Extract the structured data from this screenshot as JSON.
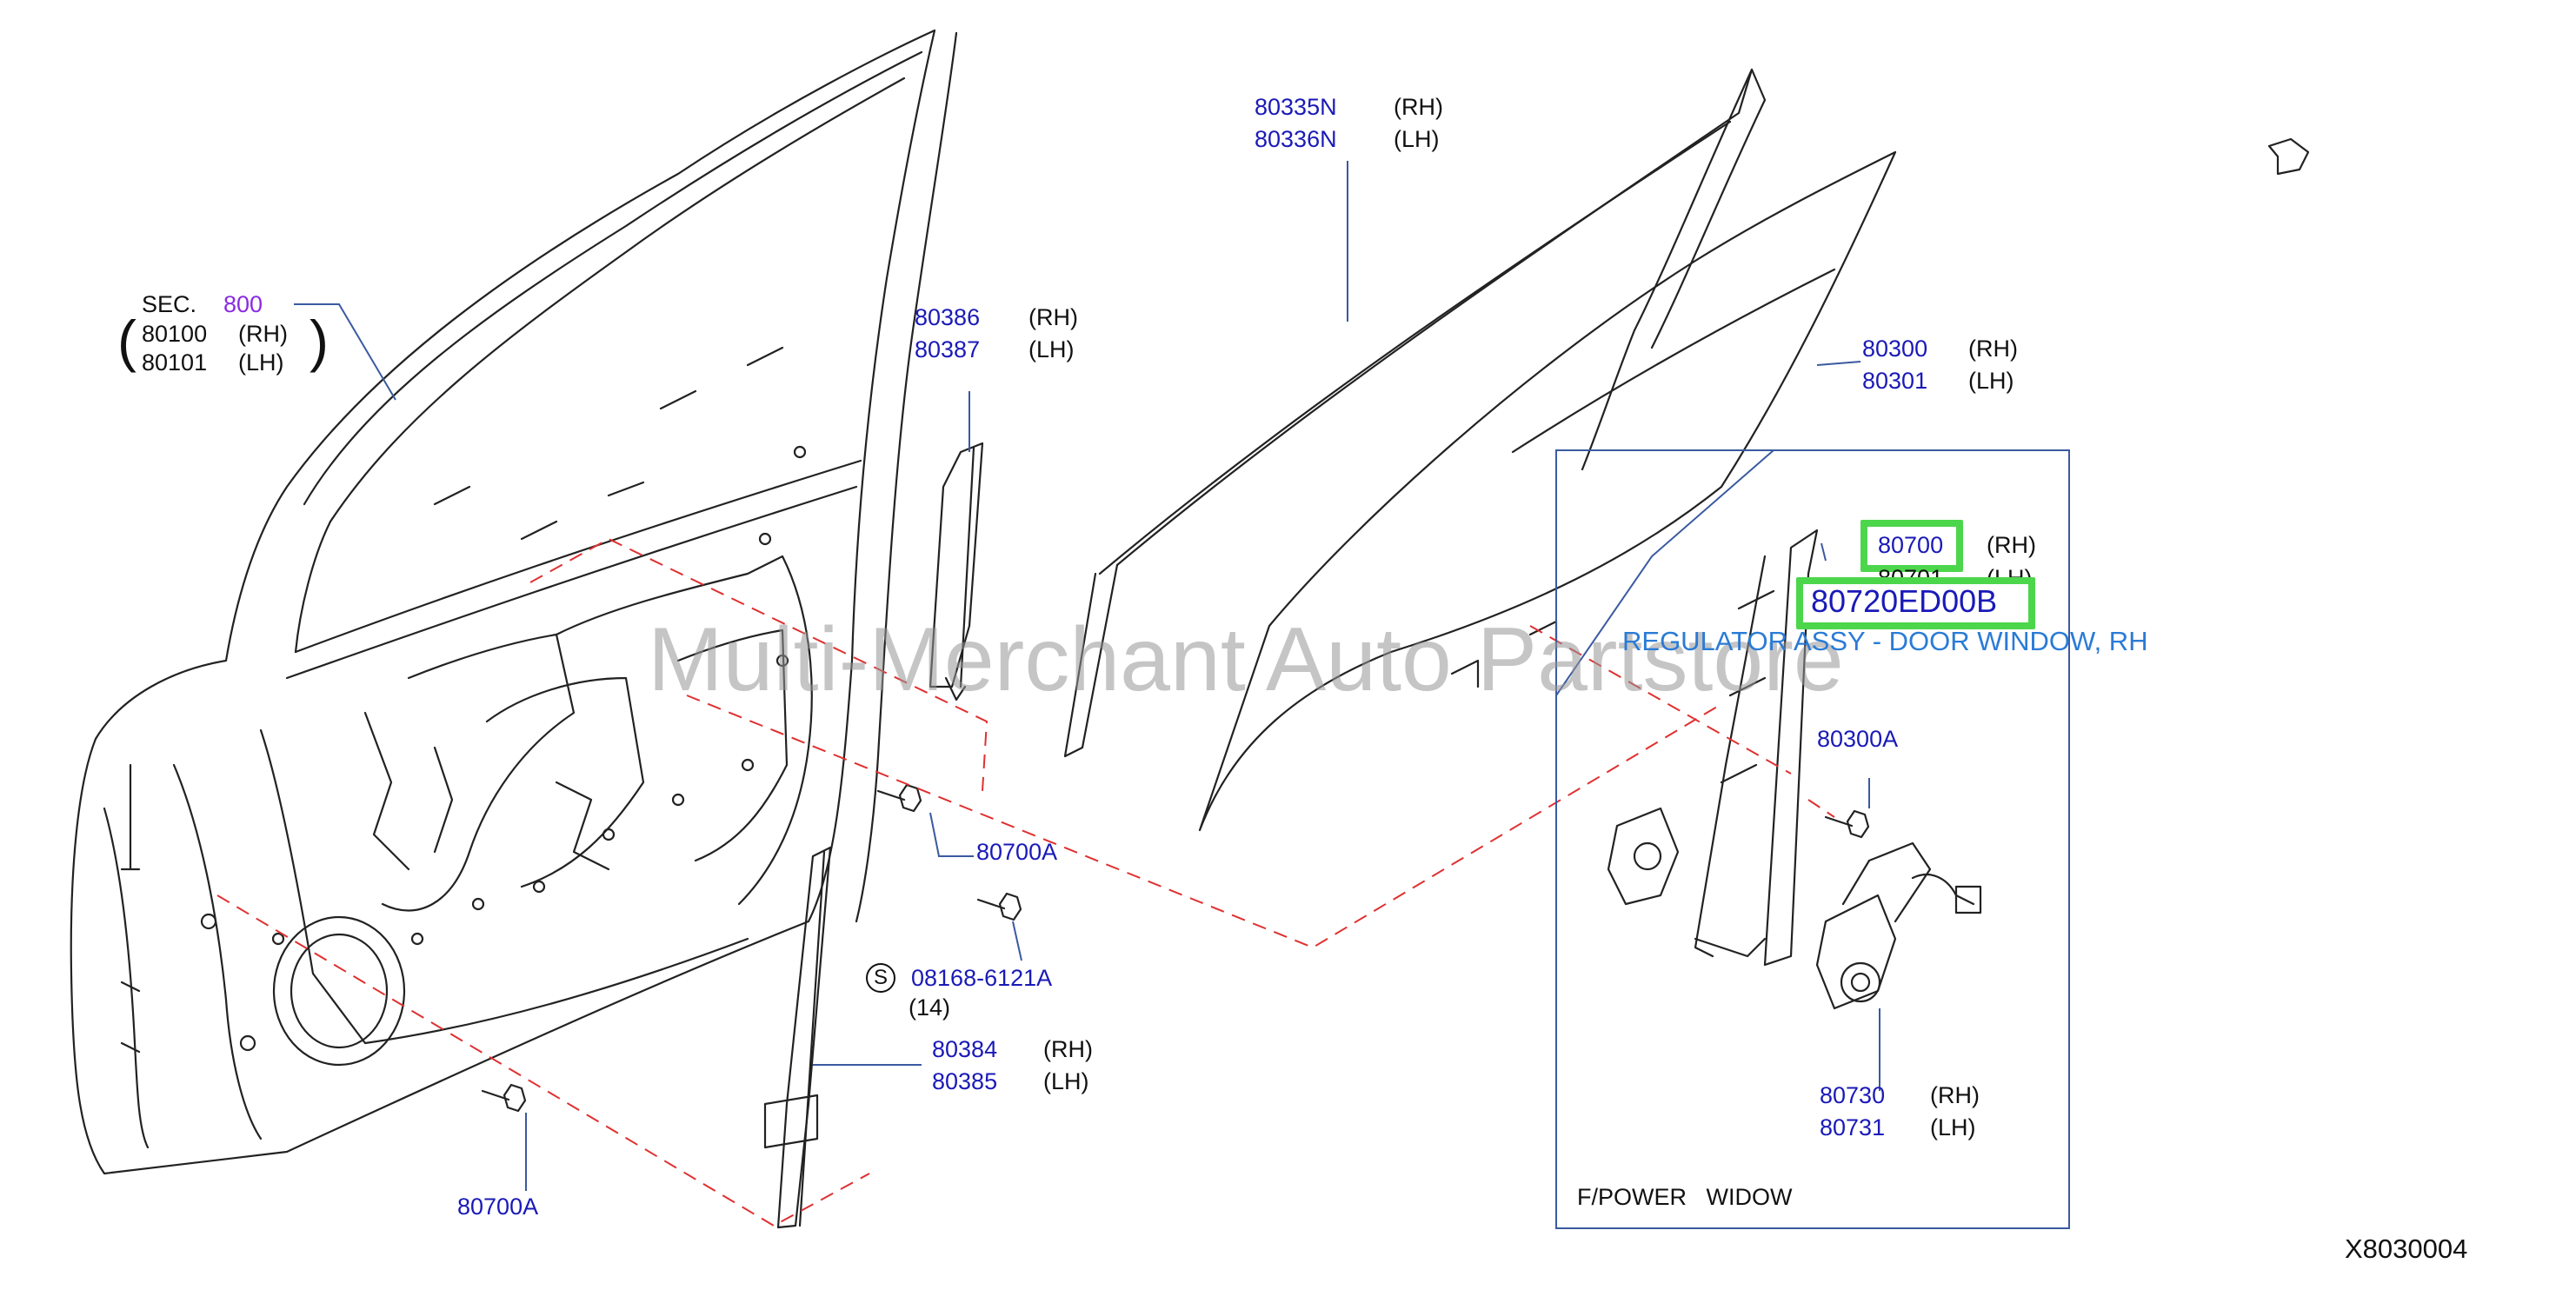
{
  "diagram_id": "X8030004",
  "watermark": "Multi-Merchant Auto Partstore",
  "frame_caption": "F/POWER   WIDOW",
  "sec": {
    "prefix": "SEC.",
    "number": "800"
  },
  "parts": {
    "p80100": "80100",
    "p80101": "80101",
    "p80335N": "80335N",
    "p80336N": "80336N",
    "p80386": "80386",
    "p80387": "80387",
    "p80300": "80300",
    "p80301": "80301",
    "p80700": "80700",
    "p80701": "80701",
    "p80300A": "80300A",
    "p80700A_mid": "80700A",
    "p80700A_low": "80700A",
    "p08168": "08168-6121A",
    "p08168_qty": "(14)",
    "s_symbol": "S",
    "p80384": "80384",
    "p80385": "80385",
    "p80730": "80730",
    "p80731": "80731"
  },
  "sides": {
    "rh": "(RH)",
    "lh": "(LH)"
  },
  "highlight": {
    "part_number": "80720ED00B",
    "description": "REGULATOR ASSY - DOOR WINDOW, RH",
    "color": "#4cd64c"
  },
  "colors": {
    "part_number": "#1a1ab8",
    "highlight_text": "#2a7bd6",
    "dashed_line": "#e03030"
  }
}
